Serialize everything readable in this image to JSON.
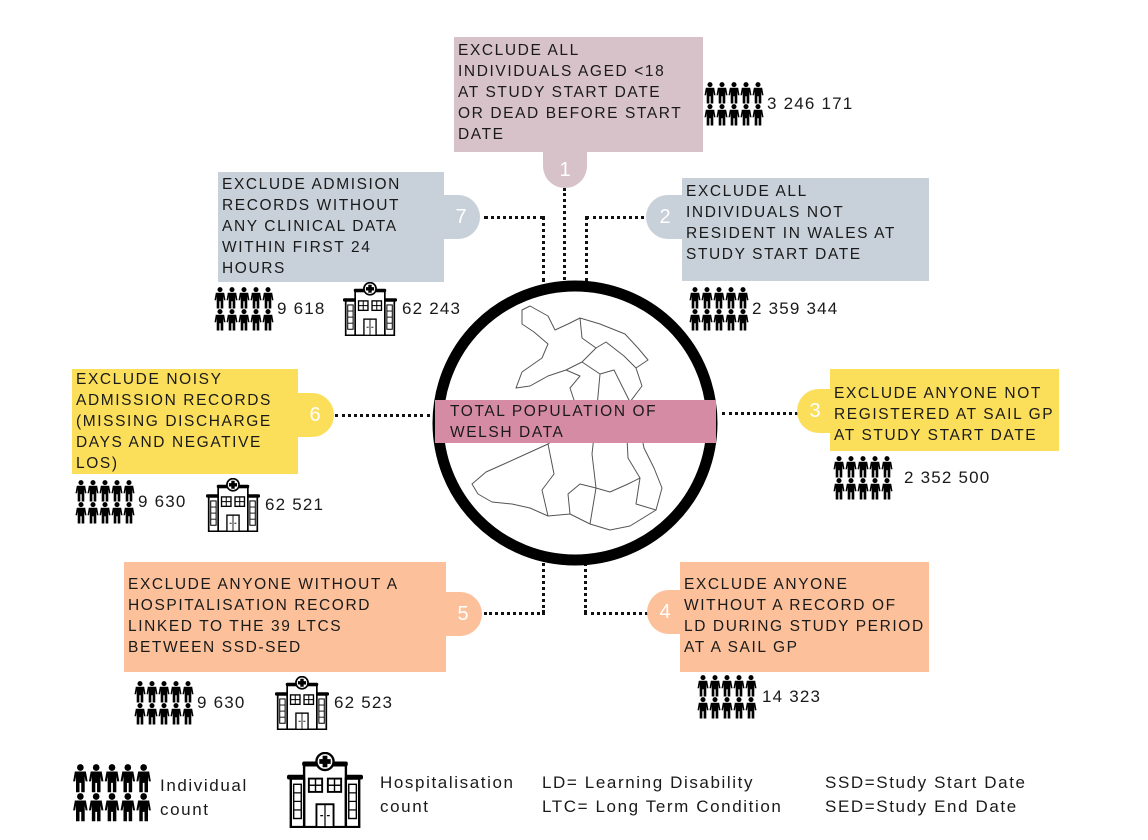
{
  "colors": {
    "step1": "#d6c2c8",
    "step1_tab": "#d6c2c8",
    "step2": "#c8d0d9",
    "step7": "#c8d0d9",
    "step3": "#fbde5a",
    "step6": "#fbde5a",
    "step4": "#fcc09a",
    "step5": "#fcc09a",
    "center_band": "#d68ba5",
    "ring": "#000000"
  },
  "center": {
    "label": "TOTAL POPULATION OF\nWELSH DATA",
    "map_icon": "wales-map-icon"
  },
  "steps": [
    {
      "number": "1",
      "text": "EXCLUDE ALL\nINDIVIDUALS AGED <18\nAT STUDY START DATE\nOR DEAD BEFORE START\nDATE",
      "individual_count": "3 246 171",
      "hospitalisation_count": null
    },
    {
      "number": "2",
      "text": "EXCLUDE ALL\nINDIVIDUALS NOT\nRESIDENT IN WALES AT\nSTUDY START DATE",
      "individual_count": "2 359 344",
      "hospitalisation_count": null
    },
    {
      "number": "3",
      "text": "EXCLUDE ANYONE NOT\nREGISTERED AT SAIL GP\nAT  STUDY START DATE",
      "individual_count": "2 352 500",
      "hospitalisation_count": null
    },
    {
      "number": "4",
      "text": "EXCLUDE ANYONE\nWITHOUT A RECORD OF\nLD DURING STUDY PERIOD\nAT A SAIL GP",
      "individual_count": "14 323",
      "hospitalisation_count": null
    },
    {
      "number": "5",
      "text": "EXCLUDE ANYONE WITHOUT A\nHOSPITALISATION RECORD\nLINKED TO THE 39 LTCS\nBETWEEN SSD-SED",
      "individual_count": "9 630",
      "hospitalisation_count": "62 523"
    },
    {
      "number": "6",
      "text": "EXCLUDE NOISY\nADMISSION RECORDS\n(MISSING DISCHARGE\nDAYS AND NEGATIVE\nLOS)",
      "individual_count": "9 630",
      "hospitalisation_count": "62 521"
    },
    {
      "number": "7",
      "text": "EXCLUDE ADMISION\nRECORDS WITHOUT\nANY CLINICAL DATA\nWITHIN FIRST 24\nHOURS",
      "individual_count": "9 618",
      "hospitalisation_count": "62 243"
    }
  ],
  "legend": {
    "individual_label": "Individual\ncount",
    "hospitalisation_label": "Hospitalisation\ncount",
    "abbreviations": [
      "LD= Learning Disability",
      "LTC= Long Term Condition",
      "SSD=Study Start Date",
      "SED=Study End Date"
    ]
  }
}
